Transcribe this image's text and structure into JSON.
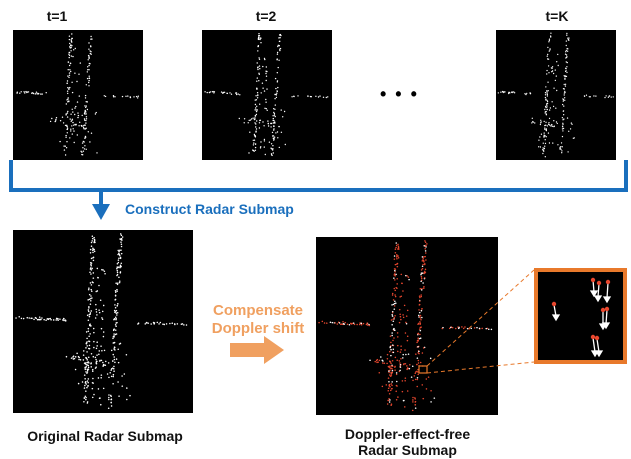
{
  "frames": [
    {
      "label": "t=1"
    },
    {
      "label": "t=2"
    },
    {
      "label": "t=K"
    }
  ],
  "ellipsis": "• • •",
  "construct_label": "Construct Radar Submap",
  "compensate_label": [
    "Compensate",
    "Doppler shift"
  ],
  "original_caption": "Original Radar Submap",
  "result_caption": [
    "Doppler-effect-free",
    "Radar Submap"
  ],
  "colors": {
    "bracket": "#1a6fbd",
    "construct_text": "#1a6fbd",
    "compensate": "#f0a060",
    "zoom_border": "#e8792b",
    "points_white": "#ffffff",
    "points_red": "#e8472e"
  }
}
